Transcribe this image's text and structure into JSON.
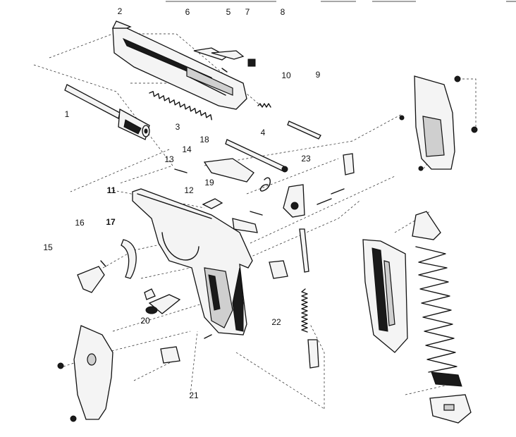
{
  "callouts": [
    {
      "text": "1"
    },
    {
      "text": "2"
    },
    {
      "text": "3"
    },
    {
      "text": "4"
    },
    {
      "text": "5"
    },
    {
      "text": "6"
    },
    {
      "text": "7"
    },
    {
      "text": "8"
    },
    {
      "text": "9"
    },
    {
      "text": "10"
    },
    {
      "text": "11"
    },
    {
      "text": "12"
    },
    {
      "text": "13"
    },
    {
      "text": "14"
    },
    {
      "text": "15"
    },
    {
      "text": "16"
    },
    {
      "text": "17"
    },
    {
      "text": "18"
    },
    {
      "text": "19"
    },
    {
      "text": "20"
    },
    {
      "text": "21"
    },
    {
      "text": "22"
    },
    {
      "text": "23"
    }
  ]
}
